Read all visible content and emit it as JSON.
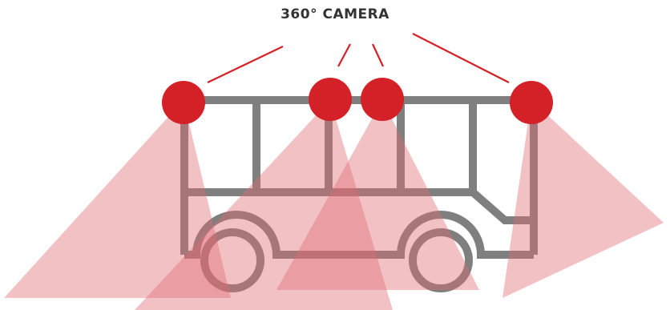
{
  "title": "360° CAMERA",
  "colors": {
    "camera": "#d42027",
    "bus_outline": "#7f7f7f",
    "field_of_view": "#e8a0a4",
    "connector": "#d42027",
    "title_text": "#333333"
  },
  "cameras": [
    {
      "name": "camera-left"
    },
    {
      "name": "camera-center-left"
    },
    {
      "name": "camera-center-right"
    },
    {
      "name": "camera-right"
    }
  ]
}
